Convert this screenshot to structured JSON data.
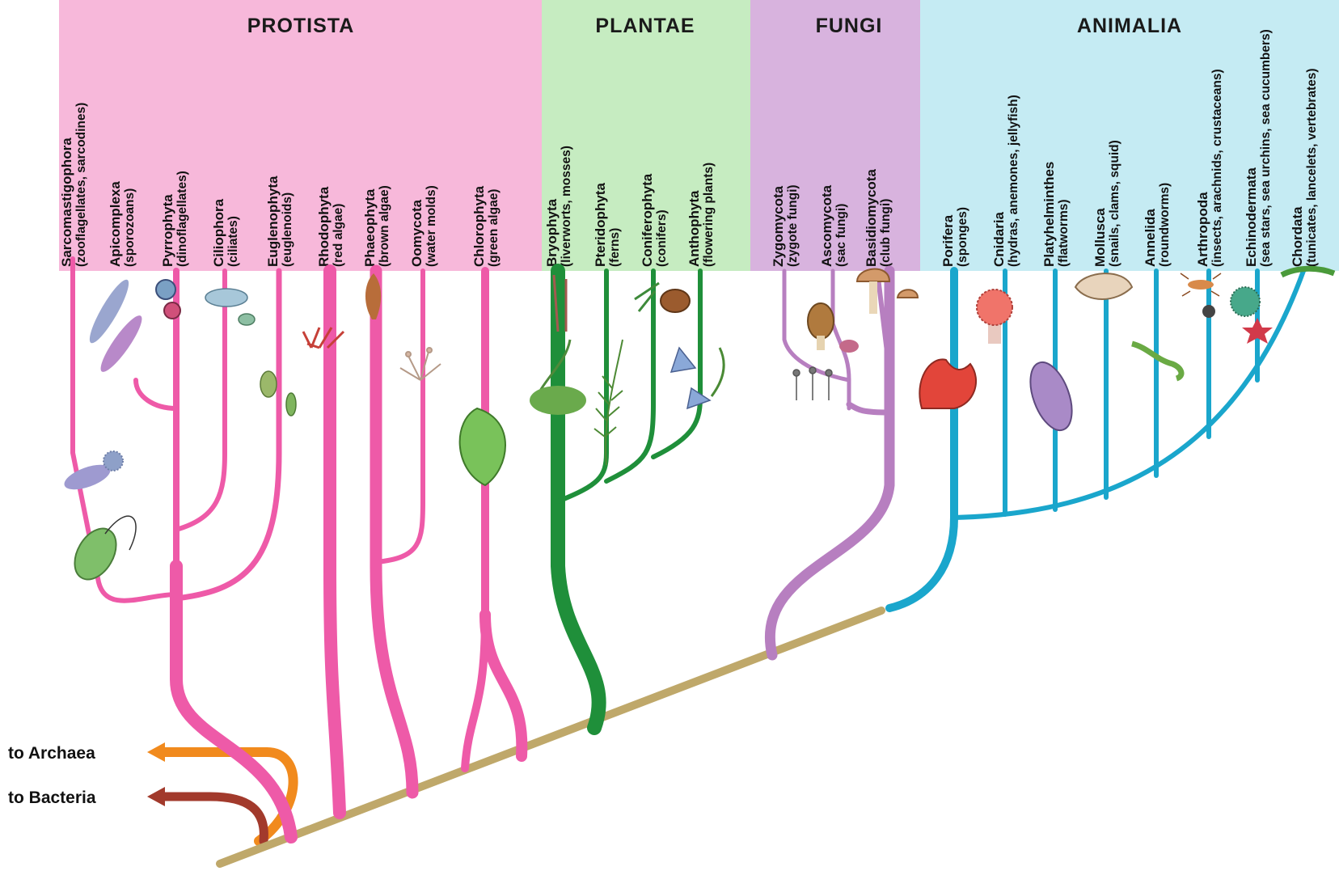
{
  "colors": {
    "protista": "#ee5aa8",
    "plantae": "#1f8f3a",
    "fungi": "#b77fc0",
    "animalia": "#1aa6cc",
    "trunk": "#bfa86a",
    "archaea": "#f18a1d",
    "bacteria": "#a23a2c",
    "protista_bg": "#f7b8da",
    "plantae_bg": "#c6ecc1",
    "fungi_bg": "#d8b3de",
    "animalia_bg": "#c5ebf3"
  },
  "kingdoms": {
    "protista": "PROTISTA",
    "plantae": "PLANTAE",
    "fungi": "FUNGI",
    "animalia": "ANIMALIA"
  },
  "taxa": [
    {
      "name": "Sarcomastigophora",
      "common": "(zooflagellates, sarcodines)",
      "kingdom": "protista",
      "icon": "amoeba-and-euglena-icon"
    },
    {
      "name": "Apicomplexa",
      "common": "(sporozoans)",
      "kingdom": "protista",
      "icon": "sporozoan-icon"
    },
    {
      "name": "Pyrrophyta",
      "common": "(dinoflagellates)",
      "kingdom": "protista",
      "icon": "dinoflagellate-icon"
    },
    {
      "name": "Ciliophora",
      "common": "(ciliates)",
      "kingdom": "protista",
      "icon": "ciliate-icon"
    },
    {
      "name": "Euglenophyta",
      "common": "(euglenoids)",
      "kingdom": "protista",
      "icon": "euglenoid-icon"
    },
    {
      "name": "Rhodophyta",
      "common": "(red algae)",
      "kingdom": "protista",
      "icon": "red-algae-icon"
    },
    {
      "name": "Phaeophyta",
      "common": "(brown algae)",
      "kingdom": "protista",
      "icon": "brown-algae-icon"
    },
    {
      "name": "Oomycota",
      "common": "(water molds)",
      "kingdom": "protista",
      "icon": "water-mold-icon"
    },
    {
      "name": "Chlorophyta",
      "common": "(green algae)",
      "kingdom": "protista",
      "icon": "green-algae-icon"
    },
    {
      "name": "Bryophyta",
      "common": "(liverworts, mosses)",
      "kingdom": "plantae",
      "icon": "moss-icon"
    },
    {
      "name": "Pteridophyta",
      "common": "(ferns)",
      "kingdom": "plantae",
      "icon": "fern-icon"
    },
    {
      "name": "Coniferophyta",
      "common": "(conifers)",
      "kingdom": "plantae",
      "icon": "pine-cone-icon"
    },
    {
      "name": "Anthophyta",
      "common": "(flowering plants)",
      "kingdom": "plantae",
      "icon": "flower-icon"
    },
    {
      "name": "Zygomycota",
      "common": "(zygote fungi)",
      "kingdom": "fungi",
      "icon": "bread-mold-icon"
    },
    {
      "name": "Ascomycota",
      "common": "(sac fungi)",
      "kingdom": "fungi",
      "icon": "morel-icon"
    },
    {
      "name": "Basidiomycota",
      "common": "(club fungi)",
      "kingdom": "fungi",
      "icon": "mushroom-icon"
    },
    {
      "name": "Porifera",
      "common": "(sponges)",
      "kingdom": "animalia",
      "icon": "sponge-icon"
    },
    {
      "name": "Cnidaria",
      "common": "(hydras, anemones, jellyfish)",
      "kingdom": "animalia",
      "icon": "anemone-icon"
    },
    {
      "name": "Platyhelminthes",
      "common": "(flatworms)",
      "kingdom": "animalia",
      "icon": "flatworm-icon"
    },
    {
      "name": "Mollusca",
      "common": "(snails, clams, squid)",
      "kingdom": "animalia",
      "icon": "clam-icon"
    },
    {
      "name": "Annelida",
      "common": "(roundworms)",
      "kingdom": "animalia",
      "icon": "worm-icon"
    },
    {
      "name": "Arthropoda",
      "common": "(insects, arachnids, crustaceans)",
      "kingdom": "animalia",
      "icon": "insect-icon"
    },
    {
      "name": "Echinodermata",
      "common": "(sea stars, sea urchins, sea cucumbers)",
      "kingdom": "animalia",
      "icon": "sea-star-icon"
    },
    {
      "name": "Chordata",
      "common": "(tunicates, lancelets, vertebrates)",
      "kingdom": "animalia",
      "icon": "lizard-icon"
    }
  ],
  "outgroups": {
    "archaea": "to Archaea",
    "bacteria": "to Bacteria"
  }
}
